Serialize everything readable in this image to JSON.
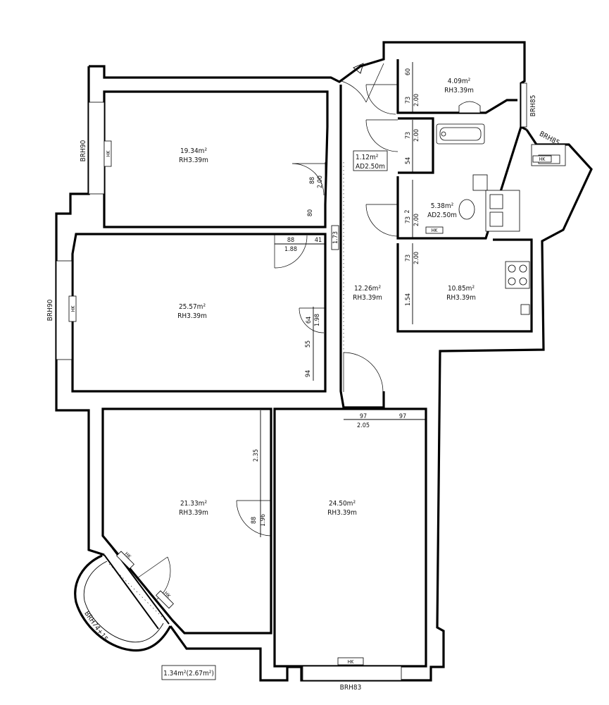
{
  "rooms": [
    {
      "area": "19.34m²",
      "height": "RH3.39m"
    },
    {
      "area": "25.57m²",
      "height": "RH3.39m"
    },
    {
      "area": "21.33m²",
      "height": "RH3.39m"
    },
    {
      "area": "24.50m²",
      "height": "RH3.39m"
    },
    {
      "area": "12.26m²",
      "height": "RH3.39m"
    },
    {
      "area": "4.09m²",
      "height": "RH3.39m"
    },
    {
      "area": "1.12m²",
      "height": "AD2.50m"
    },
    {
      "area": "5.38m²",
      "height": "AD2.50m"
    },
    {
      "area": "10.85m²",
      "height": "RH3.39m"
    }
  ],
  "balcony_area": "1.34m²(2.67m²)",
  "parapets": {
    "left_top": "BRH90",
    "left_mid": "BRH90",
    "right_top": "BRH85",
    "kitchen": "BRH85",
    "bottom": "BRH83",
    "bay": "BRH74+15"
  },
  "heater_label": "HK",
  "dims": {
    "d1_88": "88",
    "d1_200": "2.00",
    "d1_80": "80",
    "d2_88": "88",
    "d2_188": "1.88",
    "d2_41": "41",
    "d2_64": "64",
    "d2_198": "1.98",
    "d2_55": "55",
    "d2_94": "94",
    "d3_235": "2.35",
    "d3_88": "88",
    "d3_196": "1.96",
    "d4_97a": "97",
    "d4_205": "2.05",
    "d4_97b": "97",
    "b1_60": "60",
    "b1_73": "73",
    "b1_200": "2.00",
    "b2_73": "73",
    "b2_200": "2.00",
    "b3_54": "54",
    "b4_2": "2",
    "b4_73": "73",
    "b4_200": "2.00",
    "b5_73": "73",
    "b5_200": "2.00",
    "b5_154": "1.54",
    "hall_jamb": "1.73"
  }
}
